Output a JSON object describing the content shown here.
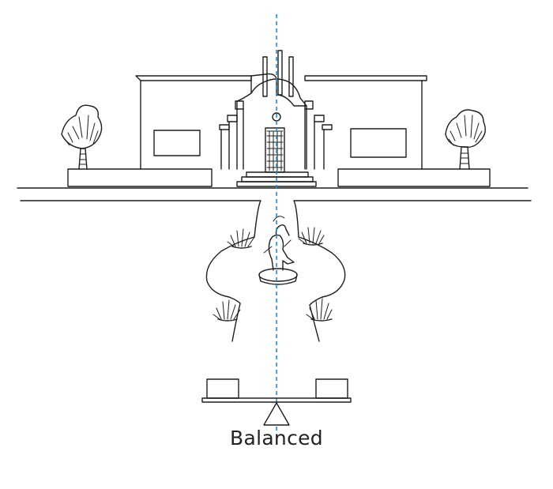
{
  "diagram": {
    "caption": "Balanced",
    "colors": {
      "ink": "#1e1e1e",
      "axis_line": "#1a8fd8",
      "background": "#ffffff"
    },
    "elements": [
      "building-facade",
      "palm-tree-left",
      "palm-tree-right",
      "entry-path",
      "fountain-statue",
      "agave-plants",
      "symmetry-axis",
      "balance-scale"
    ]
  }
}
